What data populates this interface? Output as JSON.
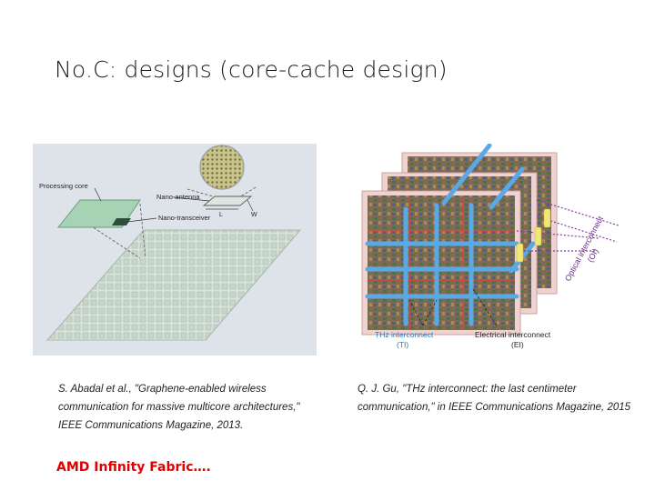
{
  "slide": {
    "title": "No.C: designs (core-cache design)",
    "left_figure": {
      "labels": {
        "processing_core": "Processing core",
        "nano_antenna": "Nano-antenna",
        "l": "L",
        "w": "W",
        "nano_transceiver": "Nano-transceiver"
      },
      "caption": "S. Abadal et al., \"Graphene-enabled wireless communication for massive multicore architectures,\" IEEE Communications Magazine, 2013."
    },
    "right_figure": {
      "labels": {
        "thz_line1": "THz interconnect",
        "thz_line2": "(TI)",
        "ei_line1": "Electrical interconnect",
        "ei_line2": "(EI)",
        "oi_line1": "Optical interconnect",
        "oi_line2": "(OI)"
      },
      "caption": "Q. J. Gu, \"THz interconnect: the last centimeter communication,\" in IEEE Communications Magazine, 2015"
    },
    "footer_link": "AMD Infinity Fabric…."
  }
}
